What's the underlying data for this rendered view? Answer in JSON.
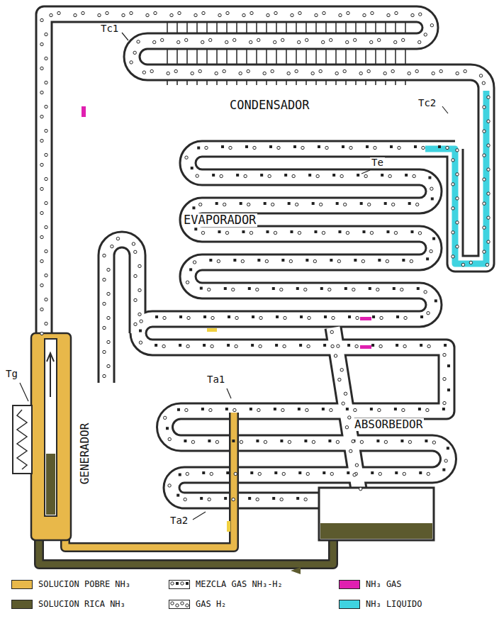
{
  "diagram": {
    "labels": [
      "Tc1",
      "CONDENSADOR",
      "Tc2",
      "Te",
      "EVAPORADOR",
      "Tg",
      "GENERADOR",
      "Ta1",
      "ABSORBEDOR",
      "Ta2"
    ],
    "legend": [
      {
        "text": "SOLUCION POBRE NH₃",
        "color": "#e8b84a"
      },
      {
        "text": "SOLUCION RICA NH₃",
        "color": "#5c5a2e"
      },
      {
        "text": "MEZCLA GAS NH₃-H₂"
      },
      {
        "text": "GAS H₂"
      },
      {
        "text": "NH₃ GAS",
        "color": "#e020b0"
      },
      {
        "text": "NH₃ LIQUIDO",
        "color": "#3fd3e0"
      }
    ]
  }
}
